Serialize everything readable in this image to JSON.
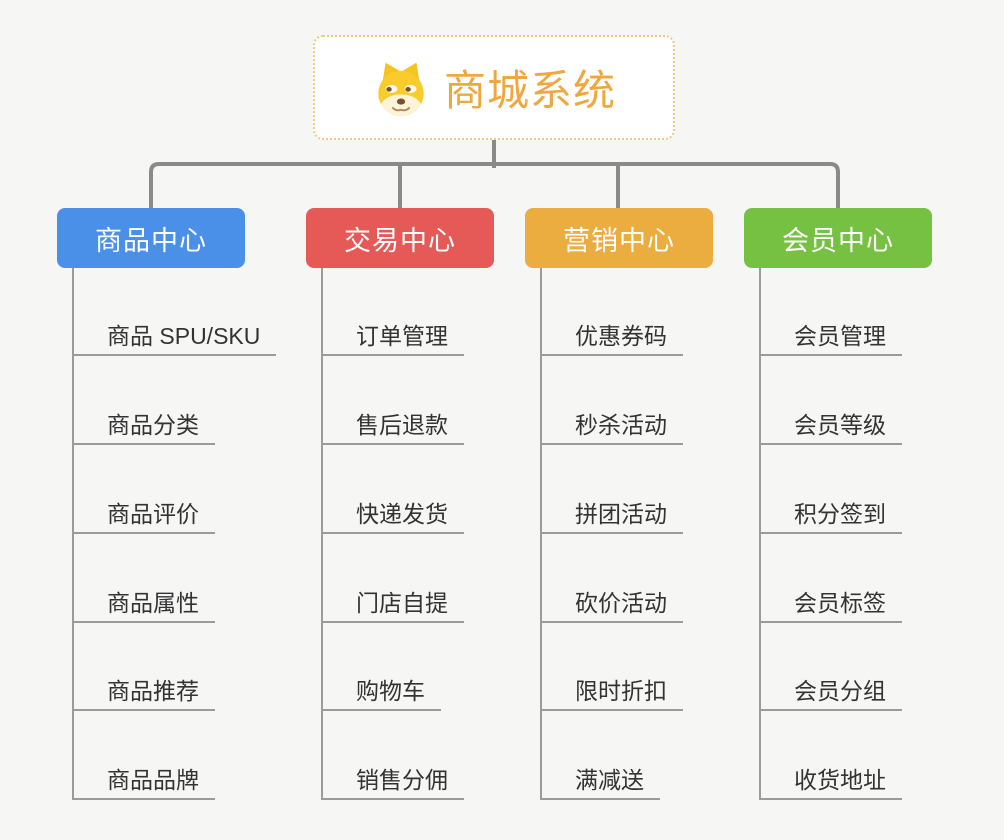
{
  "root": {
    "title": "商城系统",
    "icon": "doge-icon"
  },
  "colors": {
    "background": "#f6f6f5",
    "root_text": "#efa740",
    "root_border": "#f3c87c",
    "connector": "#8a8a8a",
    "branch_line": "#9b9b9b",
    "leaf_text": "#333333",
    "branch_product": "#4a90e8",
    "branch_trade": "#e55956",
    "branch_marketing": "#ebac40",
    "branch_member": "#76c141"
  },
  "branches": [
    {
      "label": "商品中心",
      "color": "#4a90e8",
      "items": [
        "商品 SPU/SKU",
        "商品分类",
        "商品评价",
        "商品属性",
        "商品推荐",
        "商品品牌"
      ]
    },
    {
      "label": "交易中心",
      "color": "#e55956",
      "items": [
        "订单管理",
        "售后退款",
        "快递发货",
        "门店自提",
        "购物车",
        "销售分佣"
      ]
    },
    {
      "label": "营销中心",
      "color": "#ebac40",
      "items": [
        "优惠券码",
        "秒杀活动",
        "拼团活动",
        "砍价活动",
        "限时折扣",
        "满减送"
      ]
    },
    {
      "label": "会员中心",
      "color": "#76c141",
      "items": [
        "会员管理",
        "会员等级",
        "积分签到",
        "会员标签",
        "会员分组",
        "收货地址"
      ]
    }
  ]
}
